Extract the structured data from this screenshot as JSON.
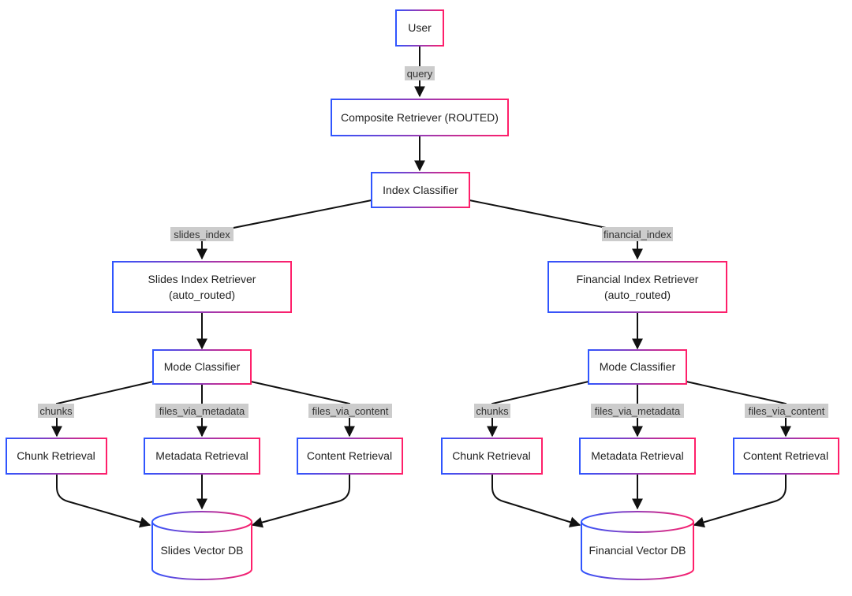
{
  "diagram": {
    "colors": {
      "gradient_start": "#2f55ff",
      "gradient_end": "#ff1f6a",
      "edge": "#111111",
      "label_bg": "#cccccc"
    },
    "nodes": {
      "user": "User",
      "composite": "Composite Retriever (ROUTED)",
      "index_classifier": "Index Classifier",
      "slides_retriever_line1": "Slides Index Retriever",
      "slides_retriever_line2": "(auto_routed)",
      "financial_retriever_line1": "Financial Index Retriever",
      "financial_retriever_line2": "(auto_routed)",
      "mode_classifier_left": "Mode Classifier",
      "mode_classifier_right": "Mode Classifier",
      "chunk_left": "Chunk Retrieval",
      "metadata_left": "Metadata Retrieval",
      "content_left": "Content Retrieval",
      "chunk_right": "Chunk Retrieval",
      "metadata_right": "Metadata Retrieval",
      "content_right": "Content Retrieval",
      "slides_db": "Slides Vector DB",
      "financial_db": "Financial Vector DB"
    },
    "edge_labels": {
      "query": "query",
      "slides_index": "slides_index",
      "financial_index": "financial_index",
      "chunks_left": "chunks",
      "files_via_metadata_left": "files_via_metadata",
      "files_via_content_left": "files_via_content",
      "chunks_right": "chunks",
      "files_via_metadata_right": "files_via_metadata",
      "files_via_content_right": "files_via_content"
    }
  }
}
